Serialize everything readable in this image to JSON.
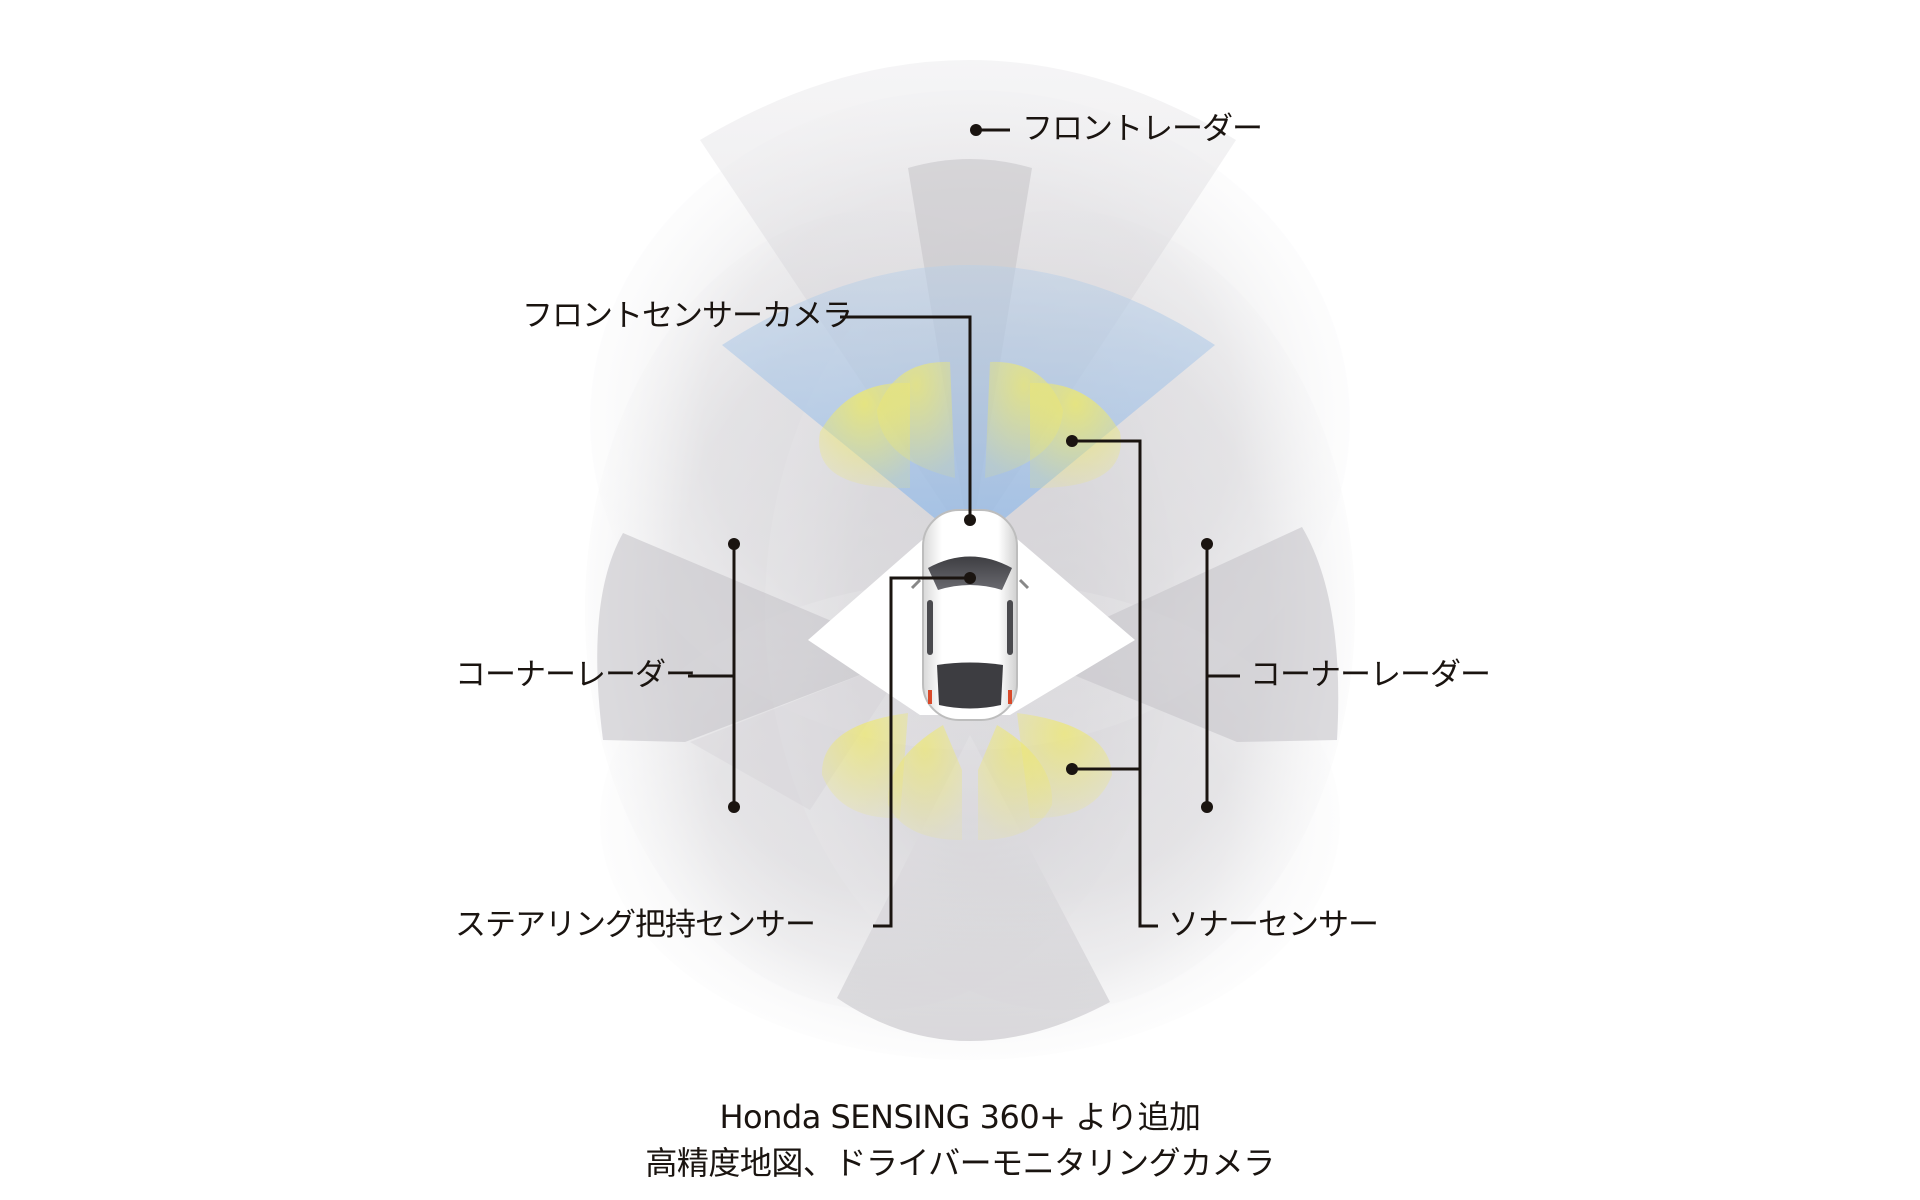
{
  "diagram": {
    "title_line1": "Honda SENSING 360+ より追加",
    "title_line2": "高精度地図、ドライバーモニタリングカメラ",
    "labels": {
      "front_radar": "フロントレーダー",
      "front_sensor_camera": "フロントセンサーカメラ",
      "corner_radar_left": "コーナーレーダー",
      "corner_radar_right": "コーナーレーダー",
      "steering_grip_sensor": "ステアリング把持センサー",
      "sonar_sensor": "ソナーセンサー"
    },
    "colors": {
      "radar_zone": "#c9c7cc",
      "camera_zone": "#9ec0e6",
      "sonar_zone": "#eeea78",
      "callout_line": "#1a1410",
      "background": "#ffffff"
    }
  }
}
